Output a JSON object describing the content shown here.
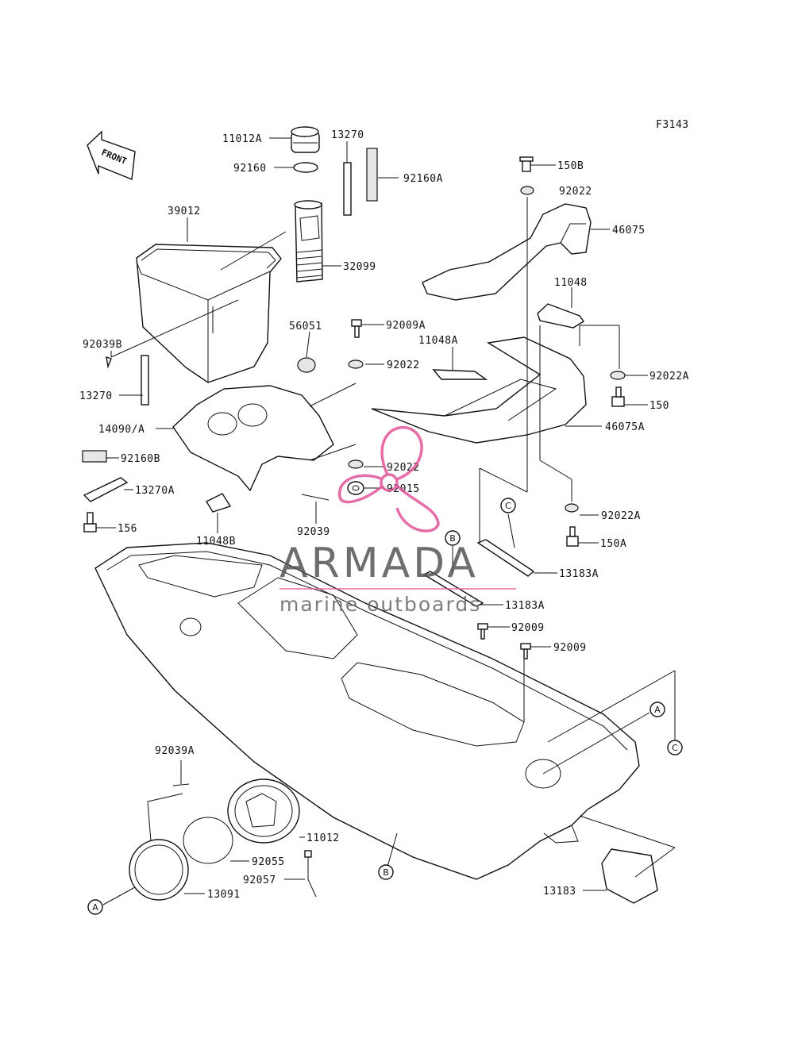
{
  "figure_code": "F3143",
  "front_label": "FRONT",
  "callouts": {
    "c11012A": "11012A",
    "c13270_top": "13270",
    "c92160": "92160",
    "c92160A": "92160A",
    "c39012": "39012",
    "c32099": "32099",
    "c150B": "150B",
    "c92022_top": "92022",
    "c46075": "46075",
    "c11048": "11048",
    "c92009A": "92009A",
    "c56051": "56051",
    "c11048A": "11048A",
    "c92039B": "92039B",
    "c92022_mid": "92022",
    "c92022A_r": "92022A",
    "c13270_left": "13270",
    "c150": "150",
    "c14090A": "14090/A",
    "c46075A": "46075A",
    "c92160B": "92160B",
    "c92022_low": "92022",
    "c92015": "92015",
    "c13270A": "13270A",
    "c92022A_low": "92022A",
    "c156": "156",
    "c92039": "92039",
    "c11048B": "11048B",
    "c150A": "150A",
    "c13183A_1": "13183A",
    "c13183A_2": "13183A",
    "c92009_1": "92009",
    "c92009_2": "92009",
    "c92039A": "92039A",
    "c11012": "11012",
    "c92055": "92055",
    "c92057": "92057",
    "c13091": "13091",
    "c13183": "13183"
  },
  "reference_marks": {
    "a": "A",
    "b": "B",
    "c": "C"
  },
  "watermark": {
    "brand": "ARMADA",
    "subtitle": "marine outboards",
    "logo_color": "#e2559a"
  }
}
